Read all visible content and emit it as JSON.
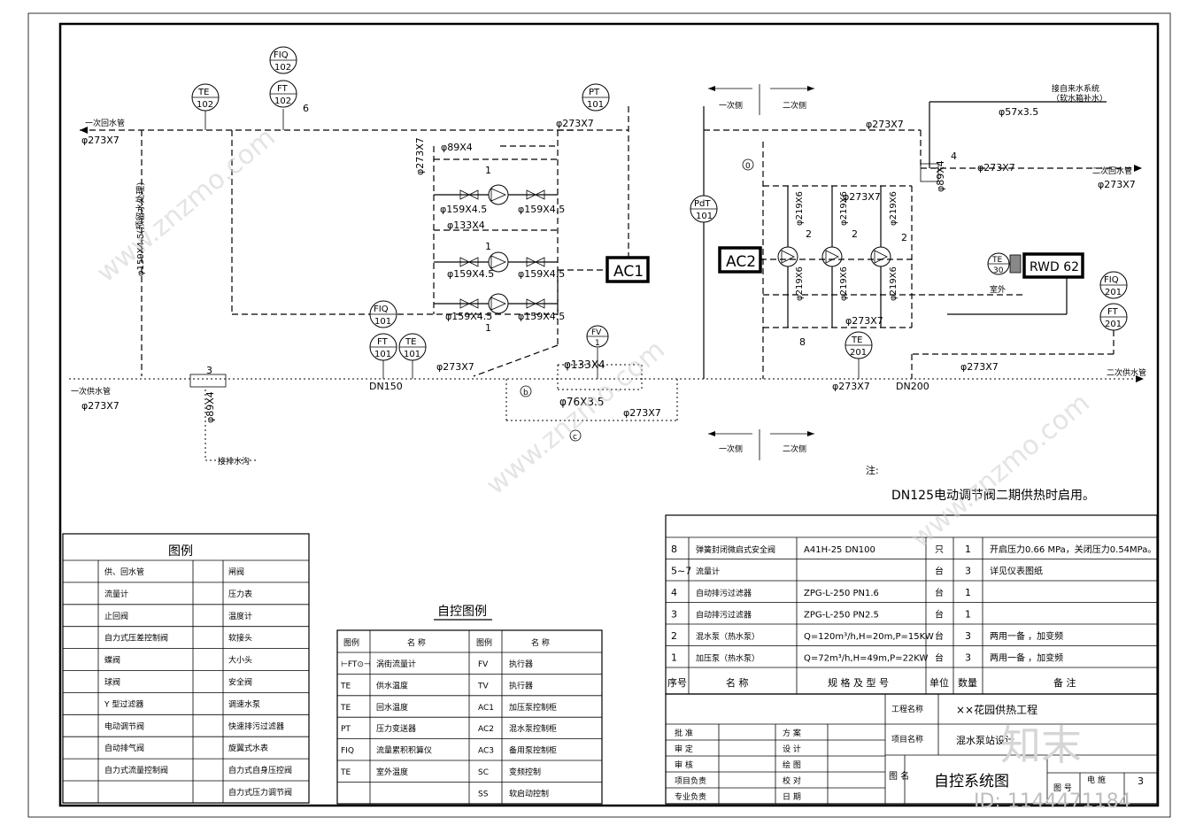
{
  "pipes": {
    "primary_return_left": "一次回水管",
    "primary_return_size": "φ273X7",
    "primary_supply_left": "一次供水管",
    "primary_supply_size": "φ273X7",
    "secondary_return_right": "二次回水管",
    "secondary_return_size": "φ273X7",
    "secondary_supply_right": "二次供水管",
    "secondary_supply_size": "φ273X7",
    "makeup_label": "接自来水系统",
    "makeup_sub": "（软水箱补水）",
    "makeup_size": "φ57x3.5",
    "drain_label": "接排水沟",
    "bypass_size": "φ159X4.5(预留水处理)",
    "p89": "φ89X4",
    "p159a": "φ159X4.5",
    "p159b": "φ159X4.5",
    "p133": "φ133X4",
    "p76": "φ76X3.5",
    "p219": "φ219X6",
    "dn150": "DN150",
    "dn200": "DN200",
    "side_primary": "一次侧",
    "side_secondary": "二次侧"
  },
  "instruments": {
    "te102": [
      "TE",
      "102"
    ],
    "fiq102": [
      "FIQ",
      "102"
    ],
    "ft102": [
      "FT",
      "102"
    ],
    "pt101": [
      "PT",
      "101"
    ],
    "pdt101": [
      "PdT",
      "101"
    ],
    "fiq101": [
      "FIQ",
      "101"
    ],
    "ft101": [
      "FT",
      "101"
    ],
    "te101": [
      "TE",
      "101"
    ],
    "fv1": [
      "FV",
      "1"
    ],
    "te201": [
      "TE",
      "201"
    ],
    "te30": [
      "TE",
      "30"
    ],
    "fiq201": [
      "FIQ",
      "201"
    ],
    "ft201": [
      "FT",
      "201"
    ]
  },
  "controllers": {
    "ac1": "AC1",
    "ac2": "AC2",
    "rwd": "RWD 62",
    "outdoor": "室外"
  },
  "tags": {
    "n1": "1",
    "n2": "2",
    "n3": "3",
    "n4": "4",
    "n6": "6",
    "n8": "8",
    "b": "b",
    "c": "c",
    "o": "0"
  },
  "note": {
    "head": "注:",
    "text": "DN125电动调节阀二期供热时启用。"
  },
  "legend": {
    "title": "图例",
    "rows": [
      [
        "供、回水管",
        "闸阀"
      ],
      [
        "流量计",
        "压力表"
      ],
      [
        "止回阀",
        "温度计"
      ],
      [
        "自力式压差控制阀",
        "软接头"
      ],
      [
        "蝶阀",
        "大小头"
      ],
      [
        "球阀",
        "安全阀"
      ],
      [
        "Y 型过滤器",
        "调速水泵"
      ],
      [
        "电动调节阀",
        "快速排污过滤器"
      ],
      [
        "自动排气阀",
        "旋翼式水表"
      ],
      [
        "自力式流量控制阀",
        "自力式自身压控阀"
      ],
      [
        "",
        "自力式压力调节阀"
      ]
    ]
  },
  "auto_legend": {
    "title": "自控图例",
    "headers": [
      "图例",
      "名 称",
      "图例",
      "名 称"
    ],
    "rows": [
      [
        "⊢FT⊙⊣",
        "涡街流量计",
        "FV",
        "执行器"
      ],
      [
        "TE",
        "供水温度",
        "TV",
        "执行器"
      ],
      [
        "TE",
        "回水温度",
        "AC1",
        "加压泵控制柜"
      ],
      [
        "PT",
        "压力变送器",
        "AC2",
        "混水泵控制柜"
      ],
      [
        "FIQ",
        "流量累积积算仪",
        "AC3",
        "备用泵控制柜"
      ],
      [
        "TE",
        "室外温度",
        "SC",
        "变频控制"
      ],
      [
        "",
        "",
        "SS",
        "软启动控制"
      ]
    ]
  },
  "equipment": {
    "rows": [
      [
        "8",
        "弹簧封闭微启式安全阀",
        "A41H-25 DN100",
        "只",
        "1",
        "开启压力0.66 MPa，关闭压力0.54MPa。"
      ],
      [
        "5~7",
        "流量计",
        "",
        "台",
        "3",
        "详见仪表图纸"
      ],
      [
        "4",
        "自动排污过滤器",
        "ZPG-L-250 PN1.6",
        "台",
        "1",
        ""
      ],
      [
        "3",
        "自动排污过滤器",
        "ZPG-L-250 PN2.5",
        "台",
        "1",
        ""
      ],
      [
        "2",
        "混水泵（热水泵）",
        "Q=120m³/h,H=20m,P=15KW",
        "台",
        "3",
        "两用一备 ，加变频"
      ],
      [
        "1",
        "加压泵（热水泵）",
        "Q=72m³/h,H=49m,P=22KW",
        "台",
        "3",
        "两用一备 ，加变频"
      ]
    ],
    "headers": [
      "序号",
      "名 称",
      "规 格 及 型 号",
      "单位",
      "数量",
      "备 注"
    ]
  },
  "title_block": {
    "project_label": "工程名称",
    "project": "××花园供热工程",
    "item_label": "项目名称",
    "item": "混水泵站设计",
    "drawing_label": "图 名",
    "drawing": "自控系统图",
    "roles_left": [
      "批 准",
      "审 定",
      "审 核",
      "项目负责",
      "专业负责"
    ],
    "roles_right": [
      "方 案",
      "设 计",
      "绘 图",
      "校 对",
      "日 期"
    ],
    "dwg_no_label": "图 号",
    "discipline": "电 施",
    "sheet": "3"
  },
  "watermark": {
    "brand": "知末",
    "site": "www.znzmo.com",
    "id": "ID: 1144471184"
  }
}
